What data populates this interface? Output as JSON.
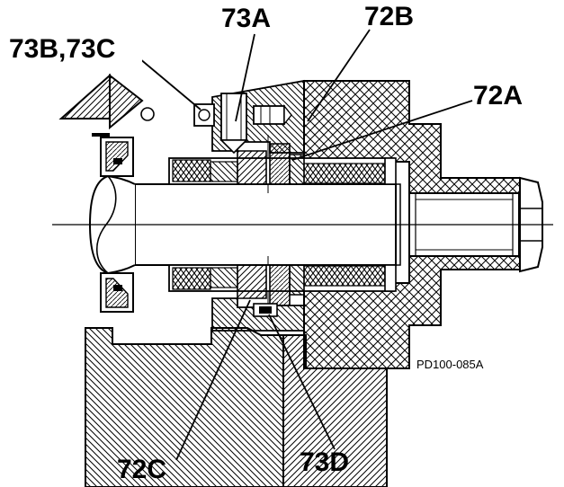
{
  "labels": {
    "l_73a": "73A",
    "l_72b": "72B",
    "l_73bc": "73B,73C",
    "l_72a": "72A",
    "l_72c": "72C",
    "l_73d": "73D"
  },
  "drawing_ref": "PD100-085A"
}
